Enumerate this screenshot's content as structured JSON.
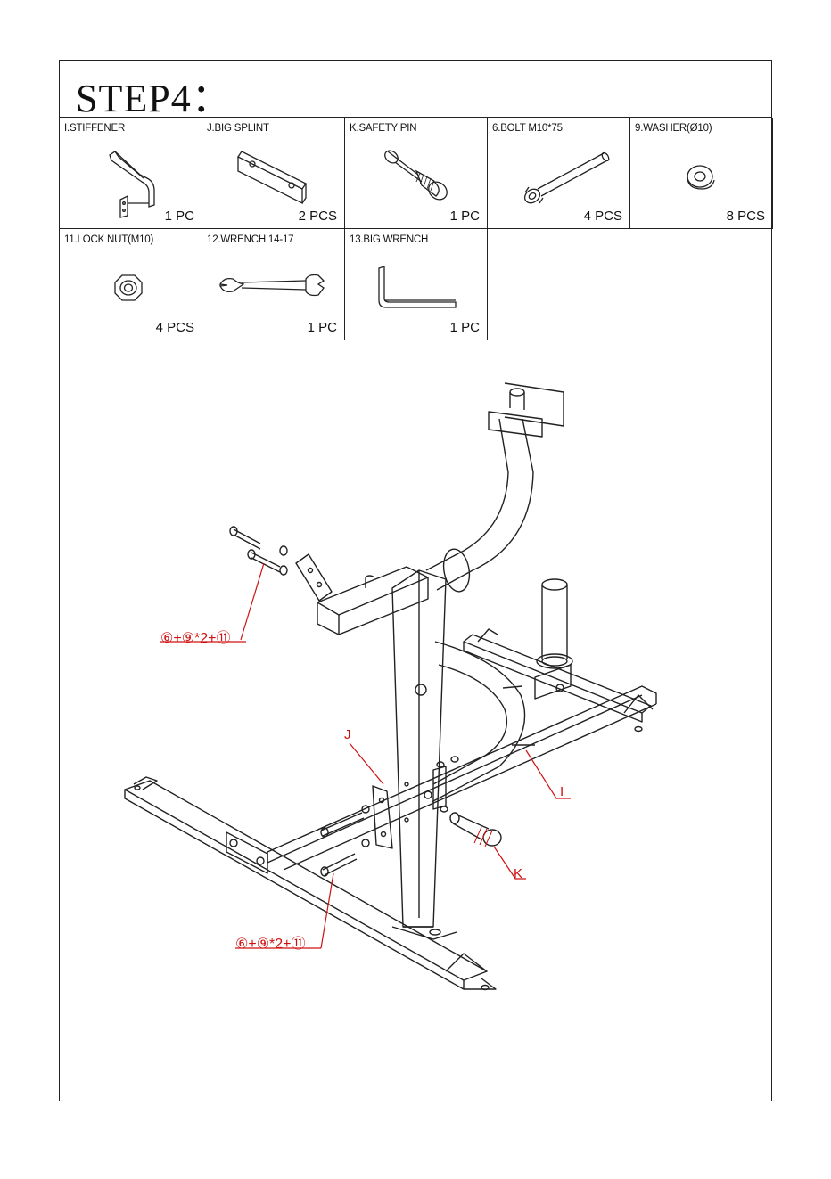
{
  "step": {
    "title": "STEP4："
  },
  "parts": [
    {
      "label": "I.STIFFENER",
      "qty": "1 PC",
      "icon": "stiffener-icon"
    },
    {
      "label": "J.BIG SPLINT",
      "qty": "2 PCS",
      "icon": "splint-plate-icon"
    },
    {
      "label": "K.SAFETY PIN",
      "qty": "1 PC",
      "icon": "safety-pin-icon"
    },
    {
      "label": "6.BOLT M10*75",
      "qty": "4 PCS",
      "icon": "bolt-icon"
    },
    {
      "label": "9.WASHER(Ø10)",
      "qty": "8 PCS",
      "icon": "washer-icon"
    },
    {
      "label": "11.LOCK NUT(M10)",
      "qty": "4 PCS",
      "icon": "lock-nut-icon"
    },
    {
      "label": "12.WRENCH 14-17",
      "qty": "1 PC",
      "icon": "wrench-icon"
    },
    {
      "label": "13.BIG WRENCH",
      "qty": "1 PC",
      "icon": "hex-key-icon"
    }
  ],
  "callouts": {
    "top_left": "⑥+⑨*2+⑪",
    "bottom_left": "⑥+⑨*2+⑪",
    "j": "J",
    "i": "I",
    "k": "K"
  },
  "colors": {
    "callout": "#d01010",
    "line": "#222222"
  }
}
